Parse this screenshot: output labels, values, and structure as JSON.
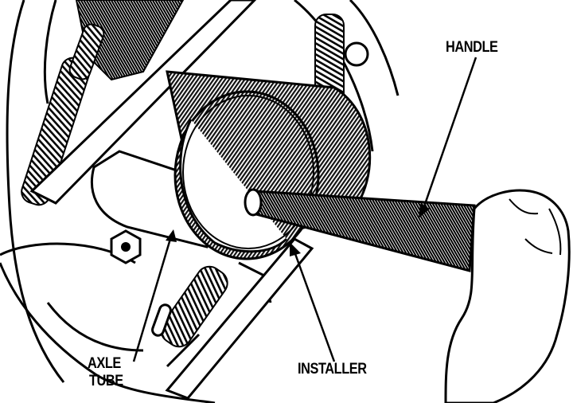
{
  "labels": {
    "handle": "HANDLE",
    "installer": "INSTALLER",
    "axle_line1": "AXLE",
    "axle_line2": "TUBE"
  }
}
